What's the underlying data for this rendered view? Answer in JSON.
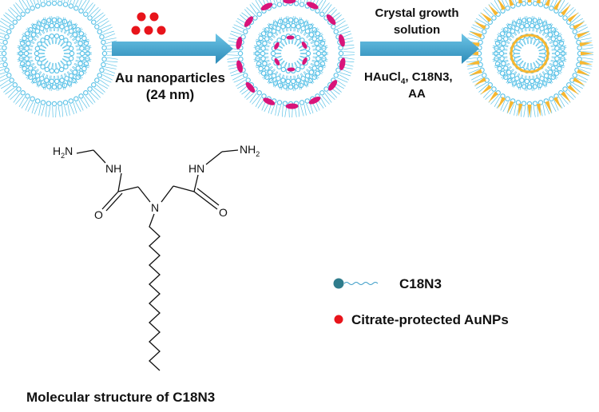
{
  "arrow1": {
    "line1": "Au nanoparticles",
    "line2": "(24 nm)"
  },
  "arrow2": {
    "top_line1": "Crystal growth",
    "top_line2": "solution",
    "bottom_line1_prefix": "HAuCl",
    "bottom_line1_sub": "4",
    "bottom_line1_suffix": ", C18N3,",
    "bottom_line2": "AA"
  },
  "molecule": {
    "caption": "Molecular structure of C18N3",
    "atoms": {
      "h2n_h": "H",
      "h2n_sub": "2",
      "h2n_n": "N",
      "nh_left": "NH",
      "nh_right": "HN",
      "nh2_right_n": "NH",
      "nh2_right_sub": "2",
      "o_left": "O",
      "o_right": "O",
      "n_center": "N"
    }
  },
  "legend": {
    "items": [
      {
        "label": "C18N3",
        "icon": "lipid-icon"
      },
      {
        "label": "Citrate-protected AuNPs",
        "icon": "red-dot-icon"
      }
    ]
  },
  "colors": {
    "lipid_head": "#5bc2e7",
    "lipid_tail": "#5bc2e7",
    "arrow": "#3a9bc6",
    "au_np": "#e8141b",
    "magenta_np": "#d9147a",
    "gold_shell": "#f7b731",
    "legend_head": "#2f7c8c"
  }
}
